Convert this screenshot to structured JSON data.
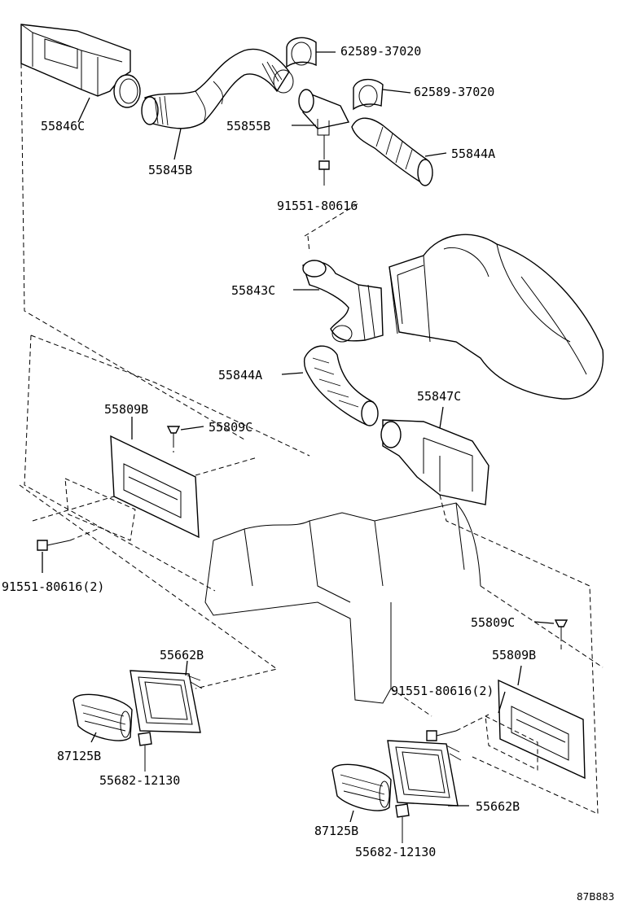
{
  "diagram": {
    "reference_code": "87B883",
    "labels": [
      {
        "id": "l-55846c",
        "text": "55846C"
      },
      {
        "id": "l-55845b",
        "text": "55845B"
      },
      {
        "id": "l-62589-a",
        "text": "62589-37020"
      },
      {
        "id": "l-62589-b",
        "text": "62589-37020"
      },
      {
        "id": "l-55855b",
        "text": "55855B"
      },
      {
        "id": "l-55844a-top",
        "text": "55844A"
      },
      {
        "id": "l-91551-top",
        "text": "91551-80616"
      },
      {
        "id": "l-55843c",
        "text": "55843C"
      },
      {
        "id": "l-55844a-mid",
        "text": "55844A"
      },
      {
        "id": "l-55847c",
        "text": "55847C"
      },
      {
        "id": "l-55809b-left",
        "text": "55809B"
      },
      {
        "id": "l-55809c-left",
        "text": "55809C"
      },
      {
        "id": "l-91551-left",
        "text": "91551-80616(2)"
      },
      {
        "id": "l-55809c-right",
        "text": "55809C"
      },
      {
        "id": "l-55809b-right",
        "text": "55809B"
      },
      {
        "id": "l-91551-right",
        "text": "91551-80616(2)"
      },
      {
        "id": "l-55662b-left",
        "text": "55662B"
      },
      {
        "id": "l-87125b-left",
        "text": "87125B"
      },
      {
        "id": "l-55682-left",
        "text": "55682-12130"
      },
      {
        "id": "l-55662b-right",
        "text": "55662B"
      },
      {
        "id": "l-87125b-right",
        "text": "87125B"
      },
      {
        "id": "l-55682-right",
        "text": "55682-12130"
      }
    ]
  }
}
